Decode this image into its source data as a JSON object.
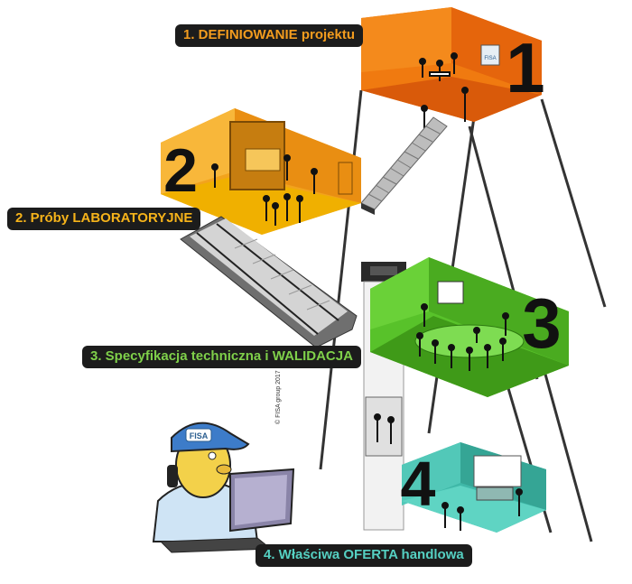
{
  "labels": {
    "stage1": "1. DEFINIOWANIE projektu",
    "stage2": "2. Próby LABORATORYJNE",
    "stage3": "3. Specyfikacja techniczna i WALIDACJA",
    "stage4": "4. Właściwa OFERTA handlowa"
  },
  "numbers": {
    "n1": "1",
    "n2": "2",
    "n3": "3",
    "n4": "4"
  },
  "logo_text": "FISA",
  "cap_text": "FISA",
  "copyright": "© FISA group 2017",
  "colors": {
    "stage1": "#f07a10",
    "stage2": "#f2a31c",
    "stage3": "#58c22a",
    "stage4": "#3fb8a8",
    "label_bg": "#1c1c1c"
  }
}
